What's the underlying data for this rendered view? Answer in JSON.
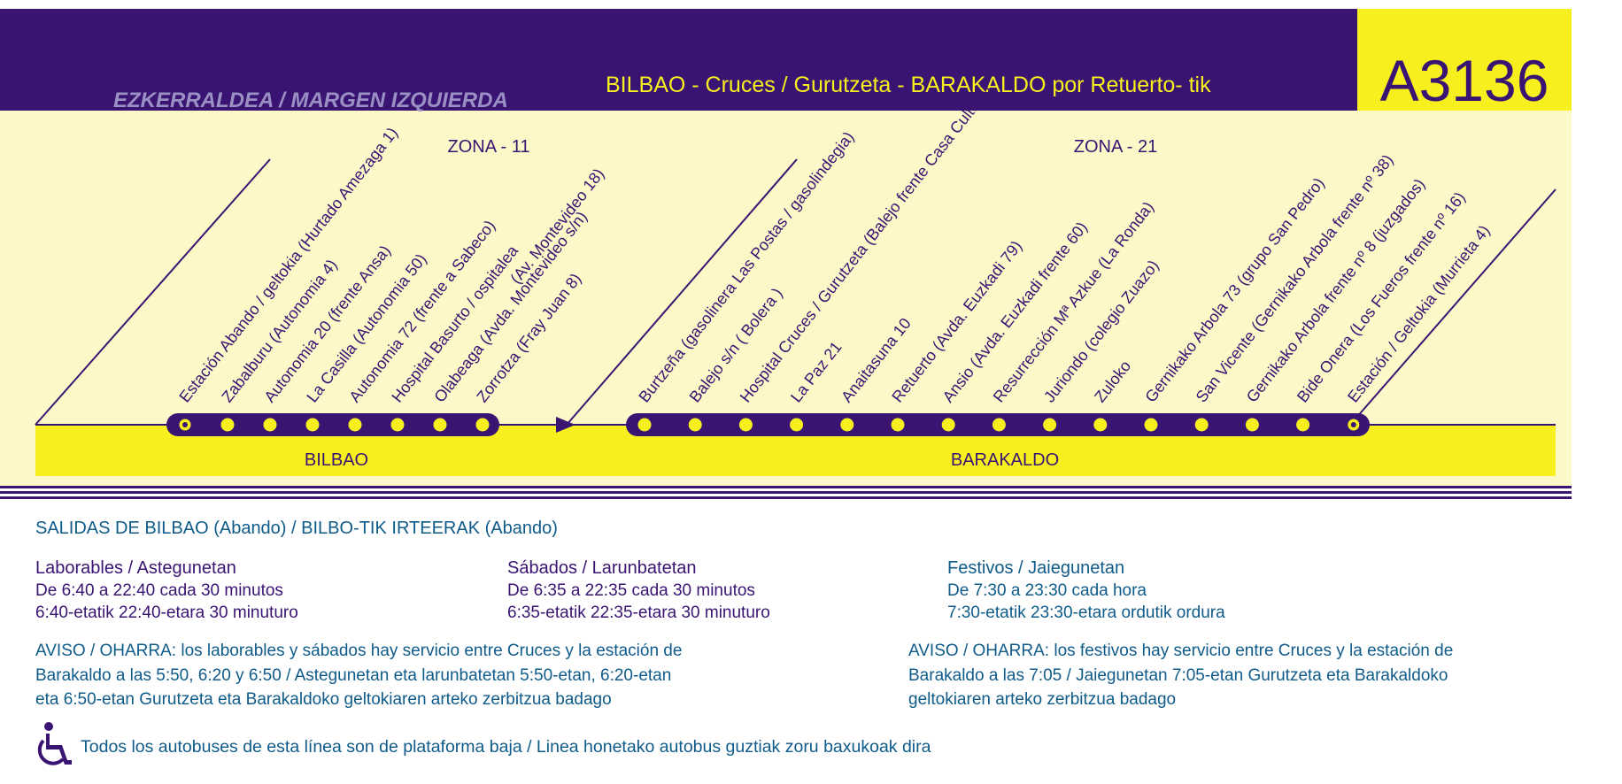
{
  "header": {
    "region": "EZKERRALDEA / MARGEN IZQUIERDA",
    "route_title": "BILBAO - Cruces / Gurutzeta - BARAKALDO  por Retuerto- tik",
    "route_code": "A3136"
  },
  "zones": [
    "ZONA - 11",
    "ZONA - 21"
  ],
  "municipalities": [
    "BILBAO",
    "BARAKALDO"
  ],
  "stops_bilbao": [
    "Estación Abando / geltokia (Hurtado Amezaga 1)",
    "Zabalburu (Autonomia 4)",
    "Autonomia 20 (frente Ansa)",
    "La Casilla (Autonomia 50)",
    "Autonomia 72 (frente a Sabeco)",
    "Hospital Basurto / ospitalea",
    "Olabeaga (Avda. Montevideo s/n)",
    "Zorrotza (Fray Juan 8)"
  ],
  "stop_extra_bilbao": "(Av. Montevideo 18)",
  "stops_barakaldo": [
    "Burtzeña (gasolinera Las Postas / gasolindegia)",
    "Balejo s/n ( Bolera )",
    "Hospital Cruces / Gurutzeta (Balejo frente Casa Cultura)",
    "La Paz 21",
    "Anaitasuna 10",
    "Retuerto (Avda. Euzkadi 79)",
    "Ansio (Avda. Euzkadi frente 60)",
    "Resurrección Mª Azkue (La Ronda)",
    "Juriondo (colegio Zuazo)",
    "Zuloko",
    "Gernikako Arbola 73 (grupo San Pedro)",
    "San Vicente (Gernikako Arbola frente nº 38)",
    "Gernikako Arbola frente nº 8 (juzgados)",
    "Bide Onera (Los Fueros frente nº 16)",
    "Estación / Geltokia (Murrieta 4)"
  ],
  "schedule": {
    "heading": "SALIDAS DE BILBAO (Abando)  /  BILBO-TIK IRTEERAK (Abando)",
    "laborables": {
      "title": "Laborables /  Astegunetan",
      "line1": "De 6:40 a 22:40 cada 30 minutos",
      "line2": "6:40-etatik 22:40-etara 30 minuturo"
    },
    "sabados": {
      "title": "Sábados  /  Larunbatetan",
      "line1": "De 6:35 a 22:35 cada 30 minutos",
      "line2": "6:35-etatik 22:35-etara 30 minuturo"
    },
    "festivos": {
      "title": "Festivos  /  Jaiegunetan",
      "line1": "De 7:30 a 23:30 cada hora",
      "line2": "7:30-etatik 23:30-etara ordutik ordura"
    }
  },
  "notices": {
    "left": [
      "AVISO / OHARRA: los laborables y sábados hay servicio entre Cruces y la estación de",
      "Barakaldo a las 5:50, 6:20 y 6:50 / Astegunetan eta larunbatetan 5:50-etan, 6:20-etan",
      "eta 6:50-etan Gurutzeta eta Barakaldoko geltokiaren arteko zerbitzua badago"
    ],
    "right": [
      "AVISO / OHARRA: los festivos hay servicio entre Cruces y la estación de",
      "Barakaldo a las 7:05 / Jaiegunetan 7:05-etan Gurutzeta eta Barakaldoko",
      "geltokiaren arteko zerbitzua badago"
    ]
  },
  "accessibility": "Todos los autobuses de esta línea son de plataforma baja / Linea honetako autobus guztiak zoru baxukoak dira",
  "colors": {
    "purple": "#3a1472",
    "yellow": "#f8ef1e",
    "cream": "#fcf8c8",
    "text_blue": "#0f5b8a"
  }
}
